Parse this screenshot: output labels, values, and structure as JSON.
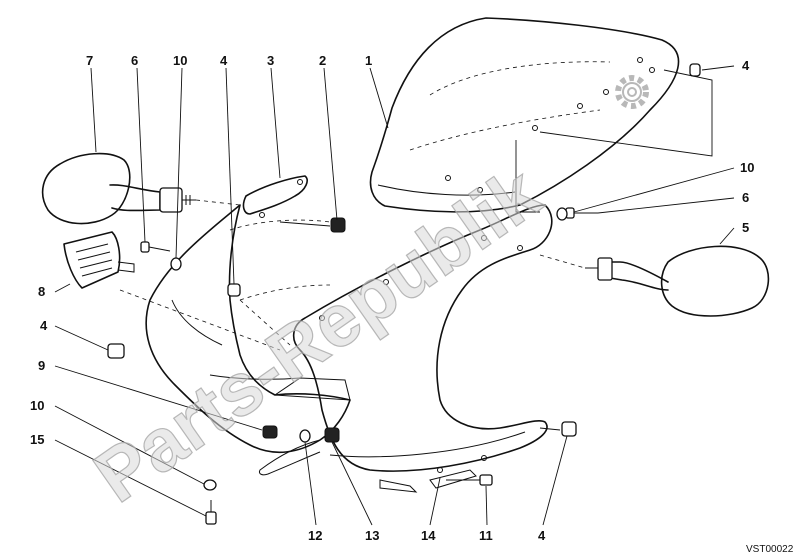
{
  "watermark": "Parts-Republik",
  "reference_code": "VST00022",
  "callouts": [
    {
      "id": "c1",
      "text": "1"
    },
    {
      "id": "c2",
      "text": "2"
    },
    {
      "id": "c3",
      "text": "3"
    },
    {
      "id": "c4a",
      "text": "4"
    },
    {
      "id": "c4b",
      "text": "4"
    },
    {
      "id": "c4c",
      "text": "4"
    },
    {
      "id": "c4d",
      "text": "4"
    },
    {
      "id": "c5",
      "text": "5"
    },
    {
      "id": "c6a",
      "text": "6"
    },
    {
      "id": "c6b",
      "text": "6"
    },
    {
      "id": "c7",
      "text": "7"
    },
    {
      "id": "c8",
      "text": "8"
    },
    {
      "id": "c9",
      "text": "9"
    },
    {
      "id": "c10a",
      "text": "10"
    },
    {
      "id": "c10b",
      "text": "10"
    },
    {
      "id": "c10c",
      "text": "10"
    },
    {
      "id": "c11",
      "text": "11"
    },
    {
      "id": "c12",
      "text": "12"
    },
    {
      "id": "c13",
      "text": "13"
    },
    {
      "id": "c14",
      "text": "14"
    },
    {
      "id": "c15",
      "text": "15"
    }
  ]
}
